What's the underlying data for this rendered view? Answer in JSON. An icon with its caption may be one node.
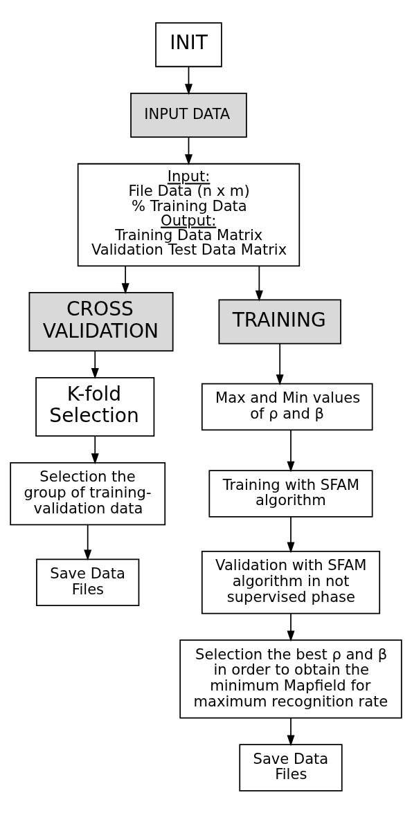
{
  "diagram": {
    "nodes": [
      {
        "text": [
          "INIT"
        ]
      },
      {
        "text": [
          "INPUT DATA"
        ]
      },
      {
        "text": [
          "Input:",
          "File Data (n x m)",
          "% Training Data",
          "Output:",
          "Training Data Matrix",
          "Validation Test Data Matrix"
        ]
      },
      {
        "text": [
          "CROSS VALIDATION"
        ]
      },
      {
        "text": [
          "TRAINING"
        ]
      },
      {
        "text": [
          "K-fold Selection"
        ]
      },
      {
        "text": [
          "Selection the group of training-validation data"
        ]
      },
      {
        "text": [
          "Save Data Files"
        ]
      },
      {
        "text": [
          "Max and Min values of ρ and β"
        ]
      },
      {
        "text": [
          "Training with SFAM algorithm"
        ]
      },
      {
        "text": [
          "Validation with SFAM algorithm in not supervised phase"
        ]
      },
      {
        "text": [
          "Selection the best ρ and β in order to obtain the minimum Mapfield for maximum recognition rate"
        ]
      },
      {
        "text": [
          "Save Data Files"
        ]
      }
    ],
    "edges": [
      {
        "from": 0,
        "to": 1,
        "arrow": "to"
      },
      {
        "from": 1,
        "to": 2,
        "arrow": "to"
      },
      {
        "from": 2,
        "to": 3,
        "arrow": "to"
      },
      {
        "from": 2,
        "to": 4,
        "arrow": "to"
      },
      {
        "from": 3,
        "to": 5,
        "arrow": "to"
      },
      {
        "from": 5,
        "to": 6,
        "arrow": "to"
      },
      {
        "from": 6,
        "to": 7,
        "arrow": "to"
      },
      {
        "from": 4,
        "to": 8,
        "arrow": "to"
      },
      {
        "from": 8,
        "to": 9,
        "arrow": "to"
      },
      {
        "from": 9,
        "to": 10,
        "arrow": "to"
      },
      {
        "from": 10,
        "to": 11,
        "arrow": "to"
      },
      {
        "from": 11,
        "to": 12,
        "arrow": "to"
      }
    ]
  }
}
